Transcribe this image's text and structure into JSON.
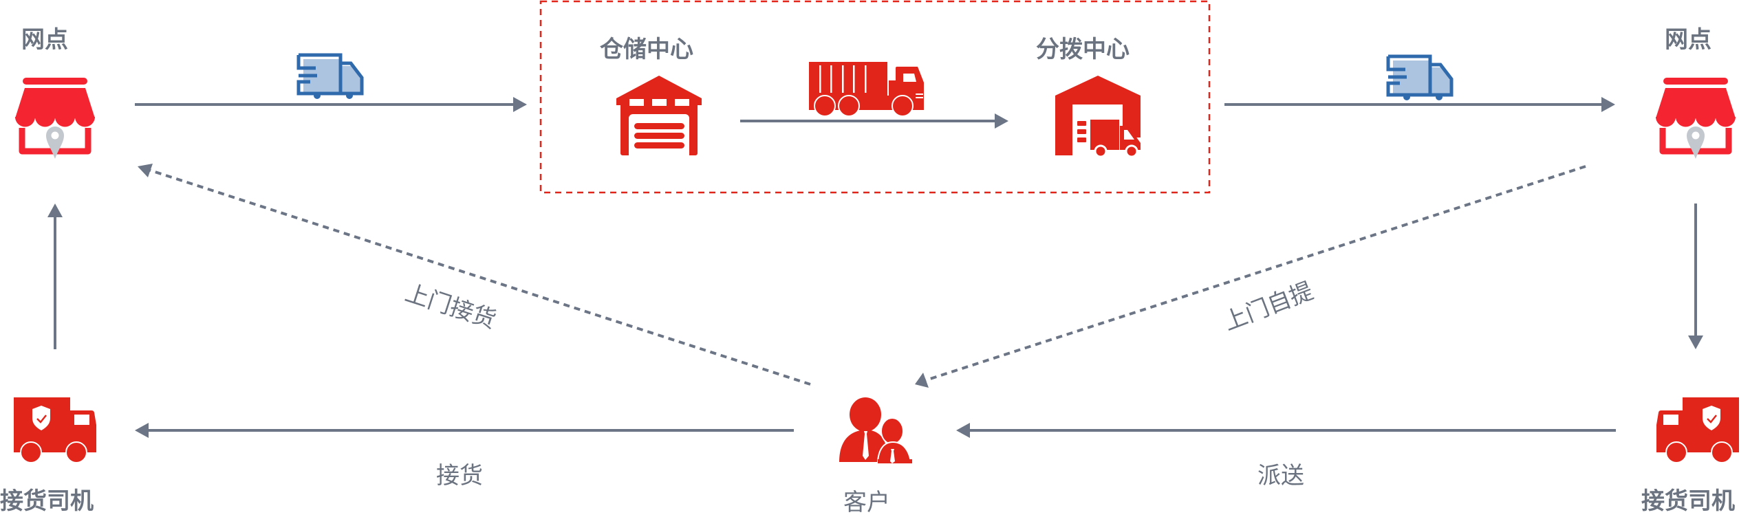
{
  "colors": {
    "icon_red": "#e1251b",
    "store_red": "#f42430",
    "pin_grey": "#c3c7ce",
    "truck_blue": "#2f6aad",
    "truck_blue_fill": "#adc4e0",
    "arrow_grey": "#6b7585",
    "text_grey": "#6b7380",
    "dashed_box_red": "#e1251b"
  },
  "nodes": {
    "outlet_left": {
      "label": "网点",
      "icon": "storefront-pin-icon"
    },
    "outlet_right": {
      "label": "网点",
      "icon": "storefront-pin-icon"
    },
    "warehouse": {
      "label": "仓储中心",
      "icon": "warehouse-icon"
    },
    "distribution": {
      "label": "分拨中心",
      "icon": "distribution-center-icon"
    },
    "driver_left": {
      "label": "接货司机",
      "icon": "delivery-truck-shield-icon"
    },
    "driver_right": {
      "label": "接货司机",
      "icon": "delivery-truck-shield-icon"
    },
    "customer": {
      "label": "客户",
      "icon": "customers-icon"
    }
  },
  "edges": {
    "outlet_to_warehouse": {
      "icon": "fast-delivery-truck-icon",
      "style": "solid"
    },
    "warehouse_to_distribution": {
      "icon": "container-truck-icon",
      "style": "solid"
    },
    "distribution_to_outlet": {
      "icon": "fast-delivery-truck-icon",
      "style": "solid"
    },
    "customer_to_outlet": {
      "label": "上门接货",
      "style": "dashed"
    },
    "outlet_to_customer": {
      "label": "上门自提",
      "style": "dashed"
    },
    "customer_to_driver": {
      "label": "接货",
      "style": "solid"
    },
    "driver_to_customer": {
      "label": "派送",
      "style": "solid"
    },
    "driver_to_outlet": {
      "style": "solid"
    },
    "outlet_to_driver": {
      "style": "solid"
    }
  }
}
